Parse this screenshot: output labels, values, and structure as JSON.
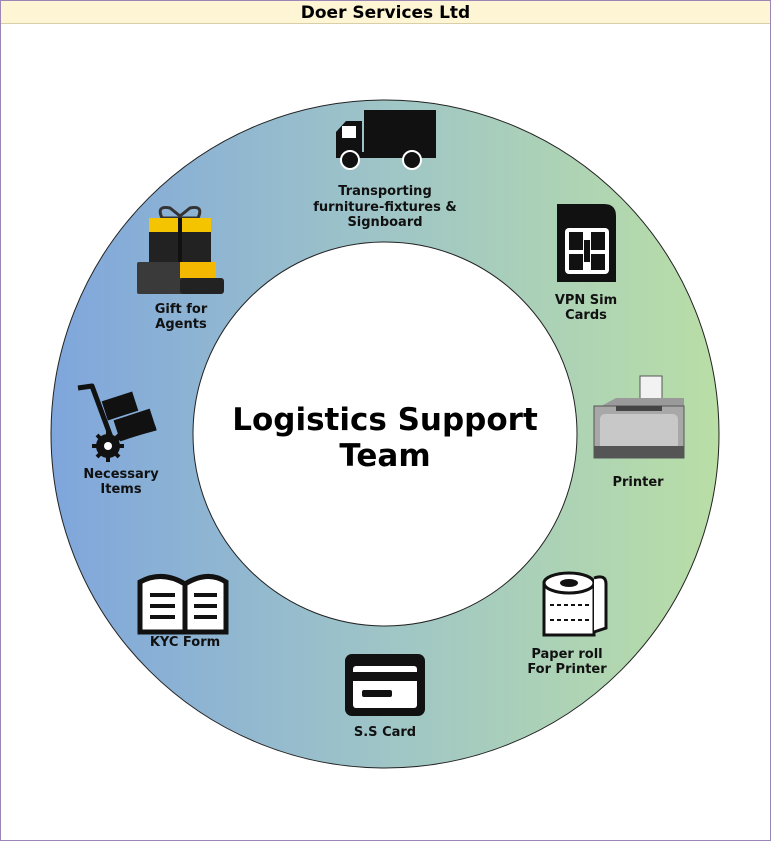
{
  "header": {
    "title": "Doer Services Ltd"
  },
  "center": {
    "line1": "Logistics Support",
    "line2": "Team"
  },
  "ring": {
    "gradient_left": "#7fa6dc",
    "gradient_mid": "#9fc5c7",
    "gradient_right": "#b9dea6"
  },
  "items": [
    {
      "icon": "truck-icon",
      "lines": [
        "Transporting",
        "furniture-fixtures &",
        "Signboard"
      ]
    },
    {
      "icon": "sim-card-icon",
      "lines": [
        "VPN Sim",
        "Cards"
      ]
    },
    {
      "icon": "printer-icon",
      "lines": [
        "Printer"
      ]
    },
    {
      "icon": "paper-roll-icon",
      "lines": [
        "Paper roll",
        "For Printer"
      ]
    },
    {
      "icon": "card-icon",
      "lines": [
        "S.S Card"
      ]
    },
    {
      "icon": "book-icon",
      "lines": [
        "KYC Form"
      ]
    },
    {
      "icon": "hand-truck-icon",
      "lines": [
        "Necessary",
        "Items"
      ]
    },
    {
      "icon": "gift-icon",
      "lines": [
        "Gift for",
        "Agents"
      ]
    }
  ]
}
